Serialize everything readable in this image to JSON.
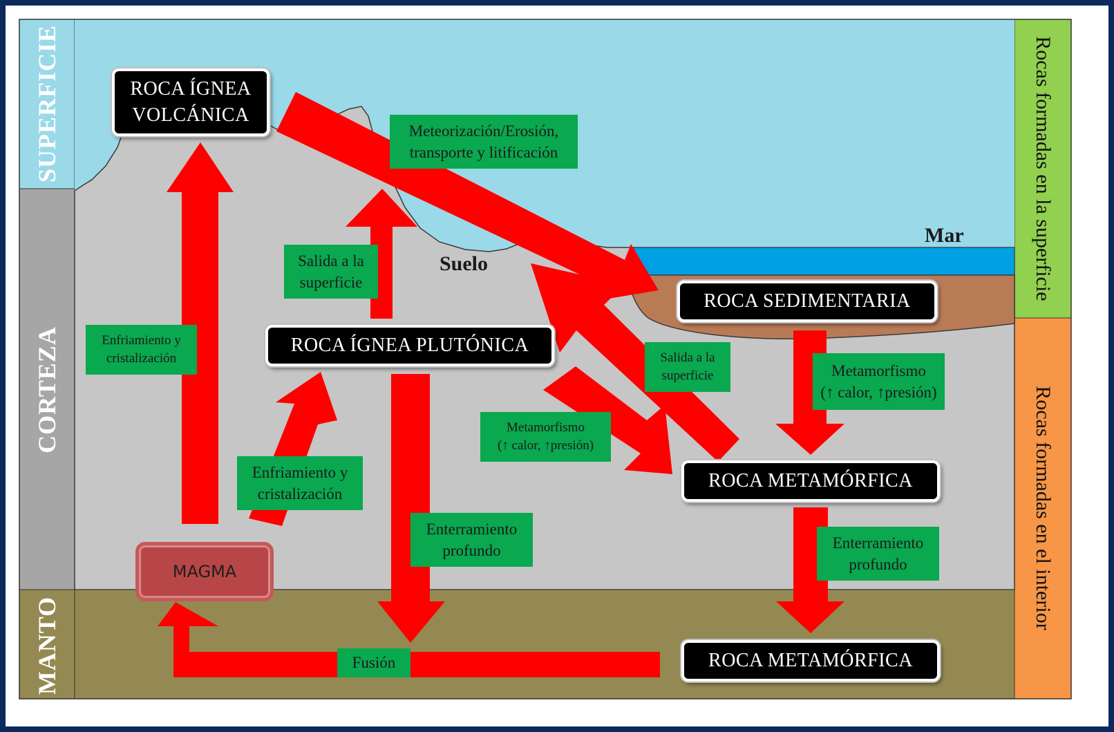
{
  "layers": {
    "superficie": "SUPERFICIE",
    "corteza": "CORTEZA",
    "manto": "MANTO"
  },
  "side_labels": {
    "superficie": "Rocas formadas en la superficie",
    "interior": "Rocas formadas en el interior"
  },
  "places": {
    "mar": "Mar",
    "suelo": "Suelo"
  },
  "rocks": {
    "volcanica": [
      "ROCA ÍGNEA",
      "VOLCÁNICA"
    ],
    "plutonica": "ROCA ÍGNEA PLUTÓNICA",
    "sedimentaria": "ROCA SEDIMENTARIA",
    "metamorfica_1": "ROCA METAMÓRFICA",
    "metamorfica_2": "ROCA METAMÓRFICA",
    "magma": "MAGMA"
  },
  "processes": {
    "meteorizacion": [
      "Meteorización/Erosión,",
      "transporte y litificación"
    ],
    "salida_1": [
      "Salida a la",
      "superficie"
    ],
    "enfriamiento_1": [
      "Enfriamiento y",
      "cristalización"
    ],
    "enfriamiento_2": [
      "Enfriamiento y",
      "cristalización"
    ],
    "metamorfismo_1": [
      "Metamorfismo",
      "(↑ calor, ↑presión)"
    ],
    "metamorfismo_2": [
      "Metamorfismo",
      "(↑ calor, ↑presión)"
    ],
    "salida_2": [
      "Salida a la",
      "superficie"
    ],
    "enterramiento_1": [
      "Enterramiento",
      "profundo"
    ],
    "enterramiento_2": [
      "Enterramiento",
      "profundo"
    ],
    "fusion": "Fusión"
  },
  "colors": {
    "sky": "#9ad9e8",
    "crust": "#c6c6c6",
    "mantle": "#948952",
    "sea": "#00a0e4",
    "sediment": "#b97b56",
    "arrow": "#ff0000",
    "process_box": "#0aa84f",
    "side_surface": "#92d050",
    "side_interior": "#f79646",
    "frame": "#0d2a5c"
  }
}
